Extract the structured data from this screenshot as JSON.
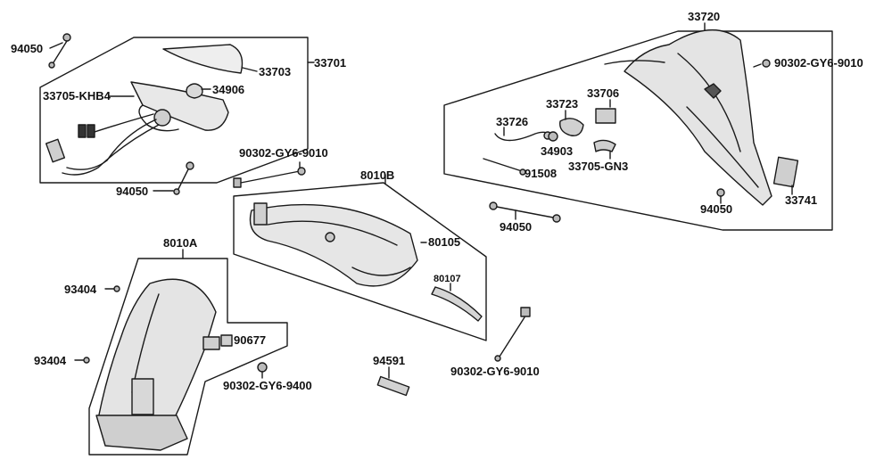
{
  "diagram": {
    "part_labels": {
      "p94050_a": "94050",
      "p33701": "33701",
      "p33703": "33703",
      "p33705_khb4": "33705-KHB4",
      "p34906": "34906",
      "p94050_b": "94050",
      "p90302_a": "90302-GY6-9010",
      "p8010b": "8010B",
      "p80105": "80105",
      "p80107": "80107",
      "p8010a": "8010A",
      "p93404_a": "93404",
      "p93404_b": "93404",
      "p90677": "90677",
      "p90302_9400": "90302-GY6-9400",
      "p94591": "94591",
      "p90302_b": "90302-GY6-9010",
      "p33720": "33720",
      "p90302_c": "90302-GY6-9010",
      "p33726": "33726",
      "p33723": "33723",
      "p33706": "33706",
      "p34903": "34903",
      "p33705_gn3": "33705-GN3",
      "p91508": "91508",
      "p94050_c": "94050",
      "p94050_d": "94050",
      "p33741": "33741"
    },
    "colors": {
      "line": "#1a1a1a",
      "fill_light": "#e6e6e6",
      "fill_mid": "#c8c8c8"
    }
  }
}
